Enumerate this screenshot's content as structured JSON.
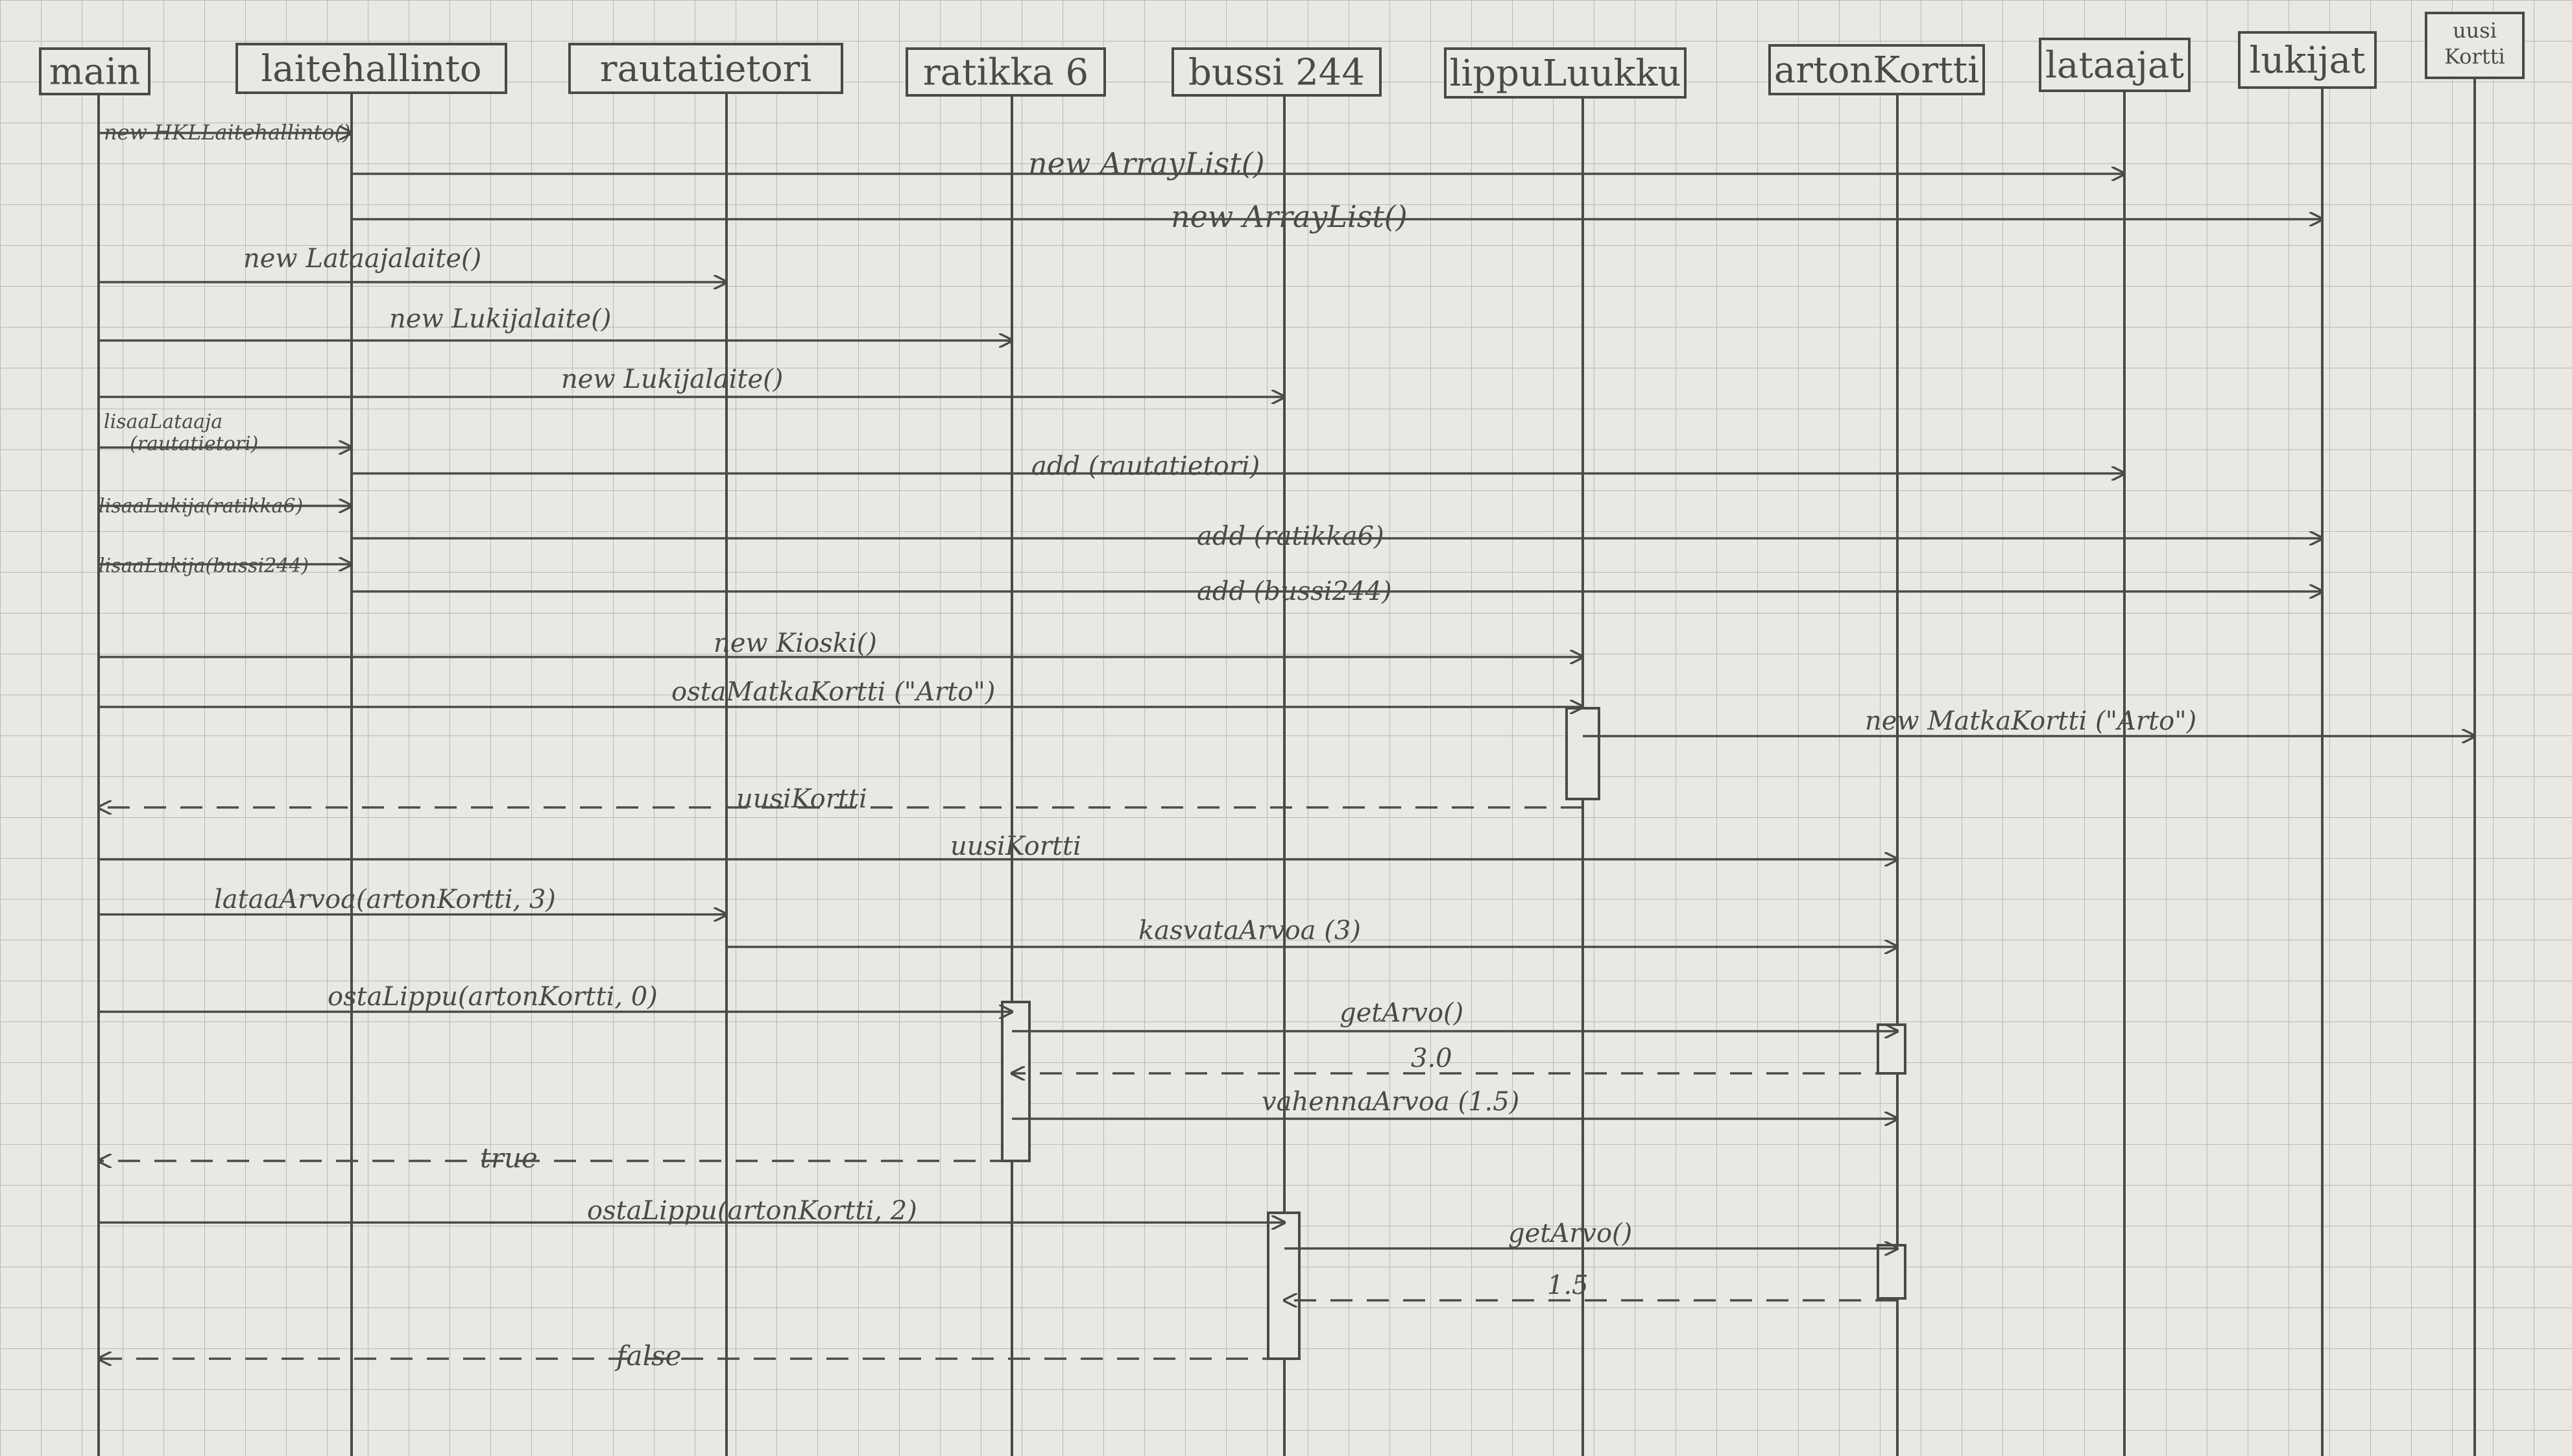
{
  "participants": [
    {
      "id": "main",
      "label": "main"
    },
    {
      "id": "laitehallinto",
      "label": "laitehallinto"
    },
    {
      "id": "rautatietori",
      "label": "rautatietori"
    },
    {
      "id": "ratikka6",
      "label": "ratikka 6"
    },
    {
      "id": "bussi244",
      "label": "bussi 244"
    },
    {
      "id": "lippuLuukku",
      "label": "lippuLuukku"
    },
    {
      "id": "artonKortti",
      "label": "artonKortti"
    },
    {
      "id": "lataajat",
      "label": "lataajat"
    },
    {
      "id": "lukijat",
      "label": "lukijat"
    },
    {
      "id": "uusiKortti",
      "label": "uusi Kortti"
    }
  ],
  "messages": [
    {
      "from": "main",
      "to": "laitehallinto",
      "label": "new HKLLaitehallinto()",
      "type": "call"
    },
    {
      "from": "laitehallinto",
      "to": "lataajat",
      "label": "new ArrayList()",
      "type": "call"
    },
    {
      "from": "laitehallinto",
      "to": "lukijat",
      "label": "new ArrayList()",
      "type": "call"
    },
    {
      "from": "main",
      "to": "rautatietori",
      "label": "new Lataajalaite()",
      "type": "call"
    },
    {
      "from": "main",
      "to": "ratikka6",
      "label": "new Lukijalaite()",
      "type": "call"
    },
    {
      "from": "main",
      "to": "bussi244",
      "label": "new Lukijalaite()",
      "type": "call"
    },
    {
      "from": "main",
      "to": "laitehallinto",
      "label": "lisaaLataaja(rautatietori)",
      "type": "call"
    },
    {
      "from": "laitehallinto",
      "to": "lataajat",
      "label": "add (rautatietori)",
      "type": "call"
    },
    {
      "from": "main",
      "to": "laitehallinto",
      "label": "lisaaLukija(ratikka6)",
      "type": "call"
    },
    {
      "from": "laitehallinto",
      "to": "lukijat",
      "label": "add (ratikka6)",
      "type": "call"
    },
    {
      "from": "main",
      "to": "laitehallinto",
      "label": "lisaaLukija(bussi244)",
      "type": "call"
    },
    {
      "from": "laitehallinto",
      "to": "lukijat",
      "label": "add (bussi244)",
      "type": "call"
    },
    {
      "from": "main",
      "to": "lippuLuukku",
      "label": "new Kioski()",
      "type": "call"
    },
    {
      "from": "main",
      "to": "lippuLuukku",
      "label": "ostaMatkaKortti (\"Arto\")",
      "type": "call"
    },
    {
      "from": "lippuLuukku",
      "to": "uusiKortti",
      "label": "new MatkaKortti (\"Arto\")",
      "type": "call"
    },
    {
      "from": "lippuLuukku",
      "to": "main",
      "label": "uusiKortti",
      "type": "return"
    },
    {
      "from": "main",
      "to": "artonKortti",
      "label": "uusiKortti",
      "type": "call"
    },
    {
      "from": "main",
      "to": "rautatietori",
      "label": "lataaArvoa(artonKortti, 3)",
      "type": "call"
    },
    {
      "from": "rautatietori",
      "to": "artonKortti",
      "label": "kasvataArvoa (3)",
      "type": "call"
    },
    {
      "from": "main",
      "to": "ratikka6",
      "label": "ostaLippu(artonKortti, 0)",
      "type": "call"
    },
    {
      "from": "ratikka6",
      "to": "artonKortti",
      "label": "getArvo()",
      "type": "call"
    },
    {
      "from": "artonKortti",
      "to": "ratikka6",
      "label": "3.0",
      "type": "return"
    },
    {
      "from": "ratikka6",
      "to": "artonKortti",
      "label": "vahennaArvoa (1.5)",
      "type": "call"
    },
    {
      "from": "ratikka6",
      "to": "main",
      "label": "true",
      "type": "return"
    },
    {
      "from": "main",
      "to": "bussi244",
      "label": "ostaLippu(artonKortti, 2)",
      "type": "call"
    },
    {
      "from": "bussi244",
      "to": "artonKortti",
      "label": "getArvo()",
      "type": "call"
    },
    {
      "from": "artonKortti",
      "to": "bussi244",
      "label": "1.5",
      "type": "return"
    },
    {
      "from": "bussi244",
      "to": "main",
      "label": "false",
      "type": "return"
    }
  ],
  "activations": [
    {
      "participant": "lippuLuukku",
      "from_message": 13,
      "to_message": 15
    },
    {
      "participant": "ratikka6",
      "from_message": 19,
      "to_message": 23
    },
    {
      "participant": "artonKortti",
      "from_message": 20,
      "to_message": 21
    },
    {
      "participant": "bussi244",
      "from_message": 24,
      "to_message": 27
    },
    {
      "participant": "artonKortti",
      "from_message": 25,
      "to_message": 26
    }
  ],
  "colors": {
    "paper": "#e9e8e2",
    "grid": "#b9b9b6",
    "ink": "#4a4a48"
  }
}
